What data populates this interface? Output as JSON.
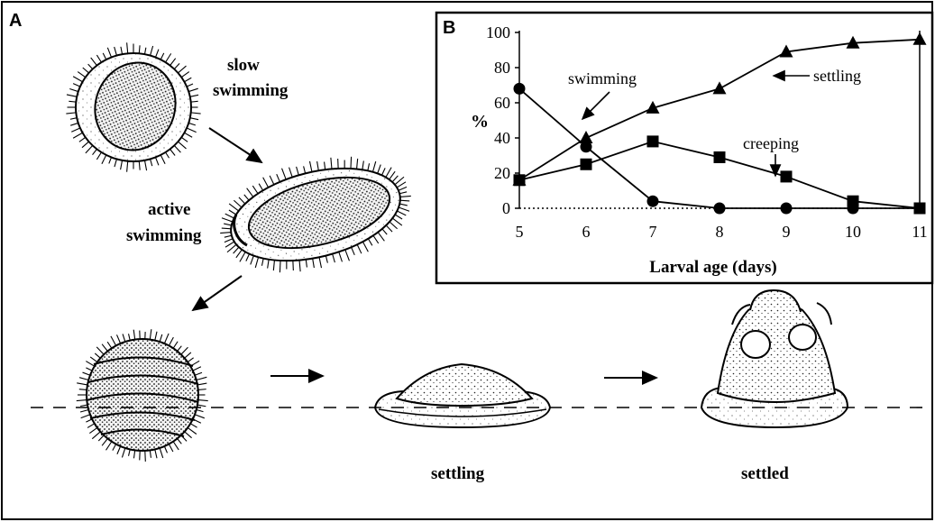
{
  "panel_a": {
    "letter": "A",
    "label_slow_swimming_1": "slow",
    "label_slow_swimming_2": "swimming",
    "label_active_swimming_1": "active",
    "label_active_swimming_2": "swimming",
    "label_settling": "settling",
    "label_settled": "settled"
  },
  "panel_b": {
    "letter": "B",
    "ylabel": "%",
    "xlabel": "Larval age (days)",
    "annotations": {
      "swimming": "swimming",
      "settling": "settling",
      "creeping": "creeping"
    }
  },
  "chart_data": {
    "type": "line",
    "x": [
      5,
      6,
      7,
      8,
      9,
      10,
      11
    ],
    "xlabel": "Larval age (days)",
    "ylabel": "%",
    "xlim": [
      5,
      11
    ],
    "ylim": [
      0,
      100
    ],
    "yticks": [
      0,
      20,
      40,
      60,
      80,
      100
    ],
    "xticks": [
      5,
      6,
      7,
      8,
      9,
      10,
      11
    ],
    "grid": false,
    "legend": "none",
    "series": [
      {
        "name": "swimming",
        "marker": "circle",
        "values": [
          68,
          35,
          4,
          0,
          0,
          0,
          0
        ]
      },
      {
        "name": "creeping",
        "marker": "square",
        "values": [
          16,
          25,
          38,
          29,
          18,
          4,
          0
        ]
      },
      {
        "name": "settling",
        "marker": "triangle",
        "values": [
          16,
          40,
          57,
          68,
          89,
          94,
          96
        ]
      }
    ]
  }
}
